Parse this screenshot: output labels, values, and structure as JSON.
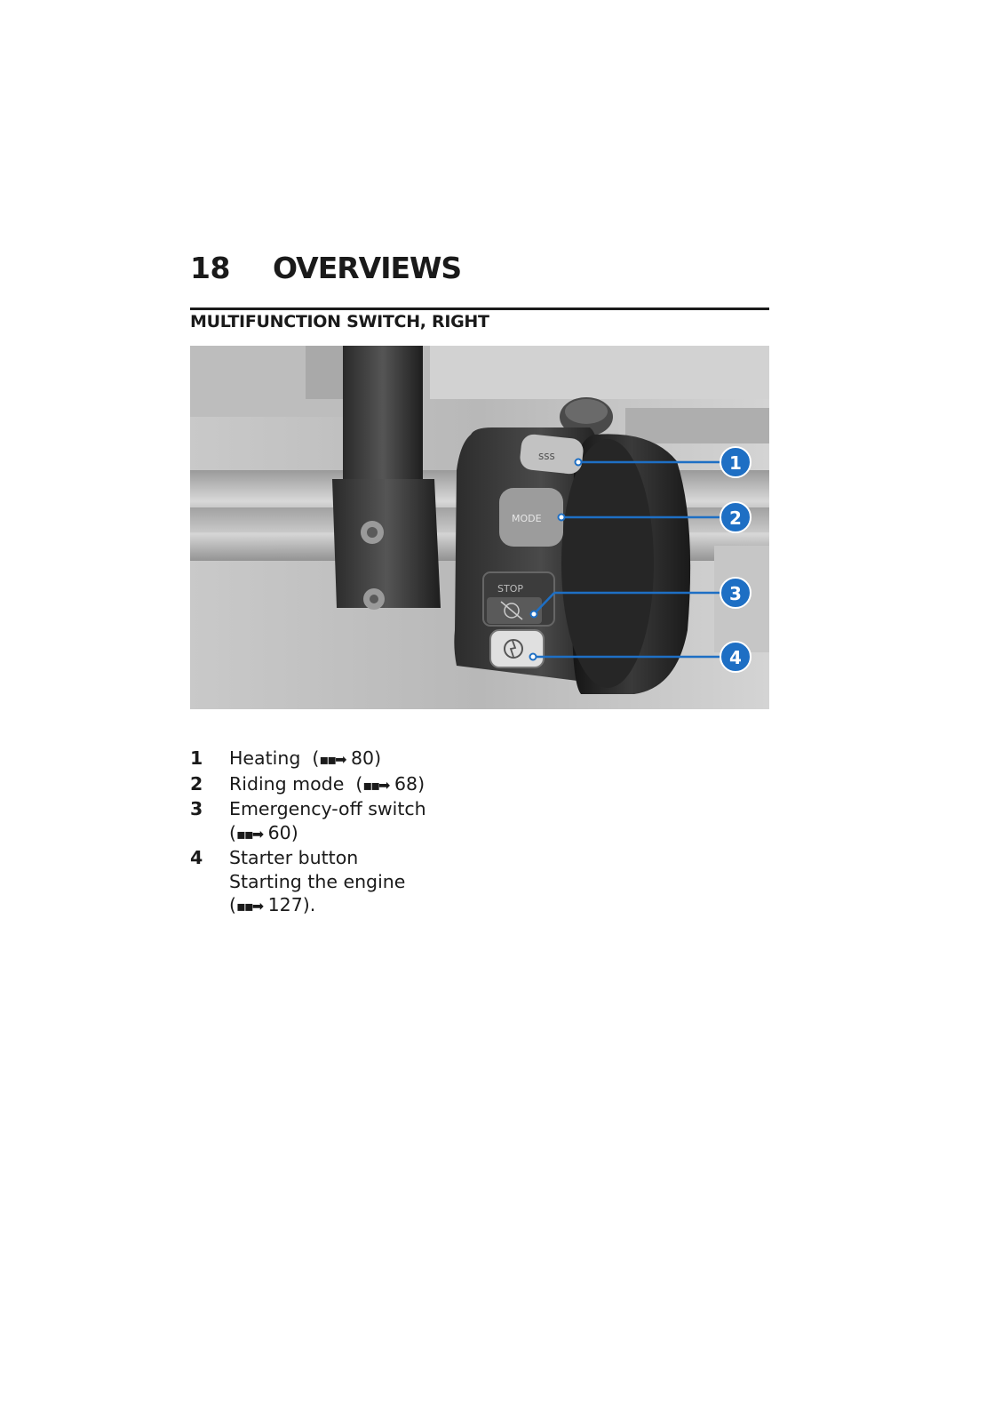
{
  "header": {
    "page_number": "18",
    "chapter_title": "OVERVIEWS"
  },
  "section": {
    "title": "MULTIFUNCTION SWITCH, RIGHT"
  },
  "figure": {
    "callouts": [
      "1",
      "2",
      "3",
      "4"
    ],
    "button_labels": {
      "mode": "MODE",
      "stop": "STOP"
    },
    "colors": {
      "callout": "#1e6fc4",
      "leader": "#1e6fc4"
    }
  },
  "legend": [
    {
      "number": "1",
      "label": "Heating",
      "ref": "80)",
      "ref_open": "("
    },
    {
      "number": "2",
      "label": "Riding mode",
      "ref": "68)",
      "ref_open": "("
    },
    {
      "number": "3",
      "label": "Emergency-off switch",
      "ref": "60)",
      "ref_open": "("
    },
    {
      "number": "4",
      "label": "Starter button",
      "sublabel": "Starting the engine",
      "ref": "127).",
      "ref_open": "("
    }
  ],
  "icons": {
    "reference": "arrow-right-icon"
  }
}
